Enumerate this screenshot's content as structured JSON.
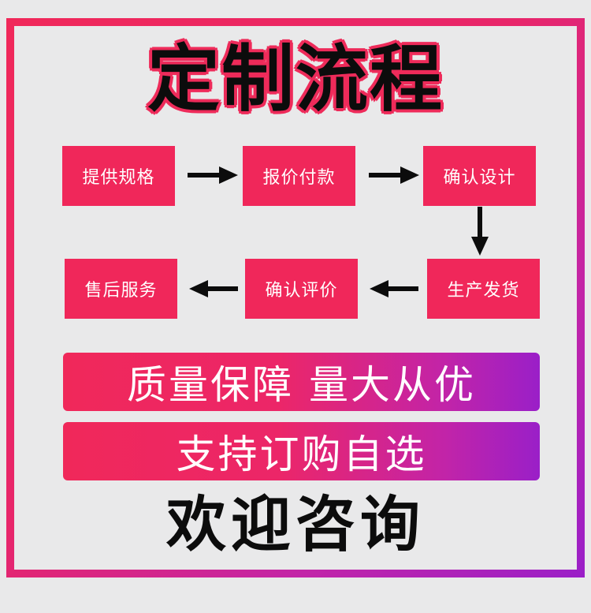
{
  "title": "定制流程",
  "steps": {
    "row1": [
      "提供规格",
      "报价付款",
      "确认设计"
    ],
    "row2": [
      "售后服务",
      "确认评价",
      "生产发货"
    ]
  },
  "banners": [
    "质量保障 量大从优",
    "支持订购自选"
  ],
  "footer": "欢迎咨询",
  "colors": {
    "accent": "#f0275a",
    "gradient_end": "#9a1fc8",
    "background": "#e9e9ea",
    "text_dark": "#0c0c0c"
  }
}
